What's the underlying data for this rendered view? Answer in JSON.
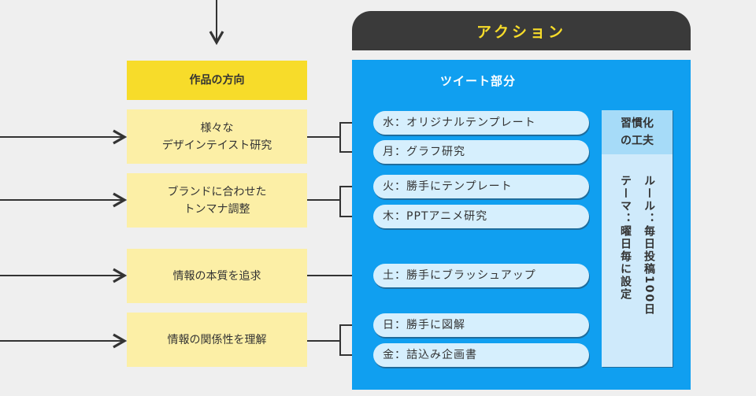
{
  "left": {
    "header": "作品の方向",
    "boxes": [
      "様々な\nデザインテイスト研究",
      "ブランドに合わせた\nトンマナ調整",
      "情報の本質を追求",
      "情報の関係性を理解"
    ]
  },
  "action": {
    "title": "アクション",
    "panel_title": "ツイート部分",
    "items": [
      "水：オリジナルテンプレート",
      "月：グラフ研究",
      "火：勝手にテンプレート",
      "木：PPTアニメ研究",
      "土：勝手にブラッシュアップ",
      "日：勝手に図解",
      "金：詰込み企画書"
    ],
    "habit": {
      "title": "習慣化\nの工夫",
      "rule": "ルール：毎日投稿100日",
      "theme": "テーマ：曜日毎に設定"
    }
  },
  "colors": {
    "yellow": "#f7dc2a",
    "light_yellow": "#fcefa6",
    "blue": "#109ff0",
    "dark": "#3a3a3a"
  }
}
